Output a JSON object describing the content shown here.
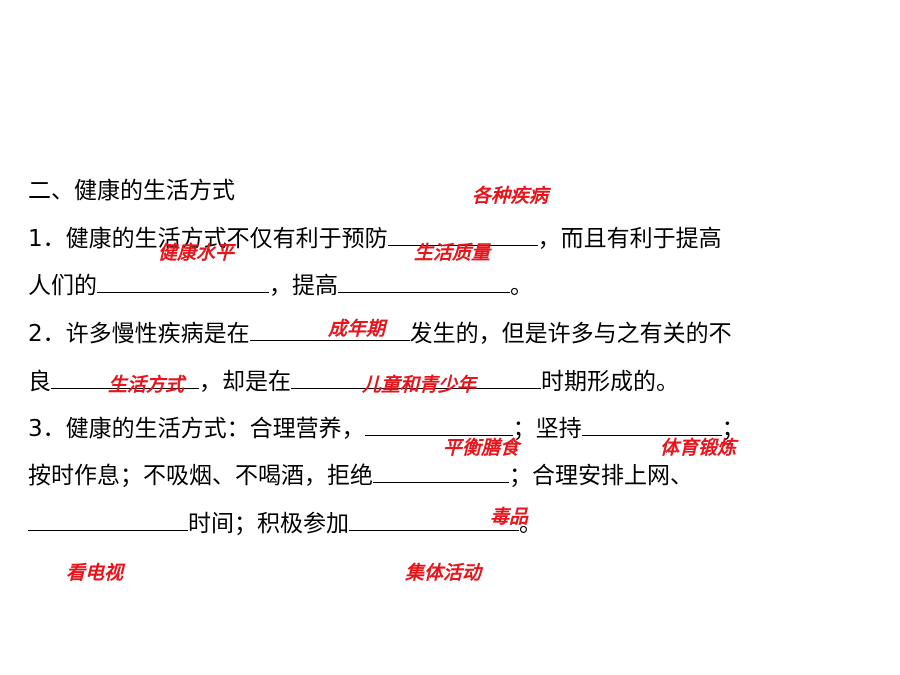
{
  "heading": "二、健康的生活方式",
  "q1": {
    "part1": "1．健康的生活方式不仅有利于预防",
    "part2": "，而且有利于提高",
    "part3": "人们的",
    "part4": "，提高",
    "part5": "。"
  },
  "q2": {
    "part1": "2．许多慢性疾病是在",
    "part2": "发生的，但是许多与之有关的不",
    "part3": "良",
    "part4": "，却是在",
    "part5": "时期形成的。"
  },
  "q3": {
    "part1": "3．健康的生活方式：合理营养，",
    "part2": "；坚持",
    "part3": "；",
    "part4": "按时作息；不吸烟、不喝酒，拒绝",
    "part5": "；合理安排上网、",
    "part6": "时间；积极参加",
    "part7": "。"
  },
  "answers": {
    "a_diseases": "各种疾病",
    "a_health_level": "健康水平",
    "a_life_quality": "生活质量",
    "a_adulthood": "成年期",
    "a_lifestyle": "生活方式",
    "a_youth": "儿童和青少年",
    "a_nutrition": "平衡膳食",
    "a_exercise": "体育锻炼",
    "a_drugs": "毒品",
    "a_tv": "看电视",
    "a_group": "集体活动"
  },
  "colors": {
    "answer": "#e8141c",
    "text": "#000000"
  }
}
